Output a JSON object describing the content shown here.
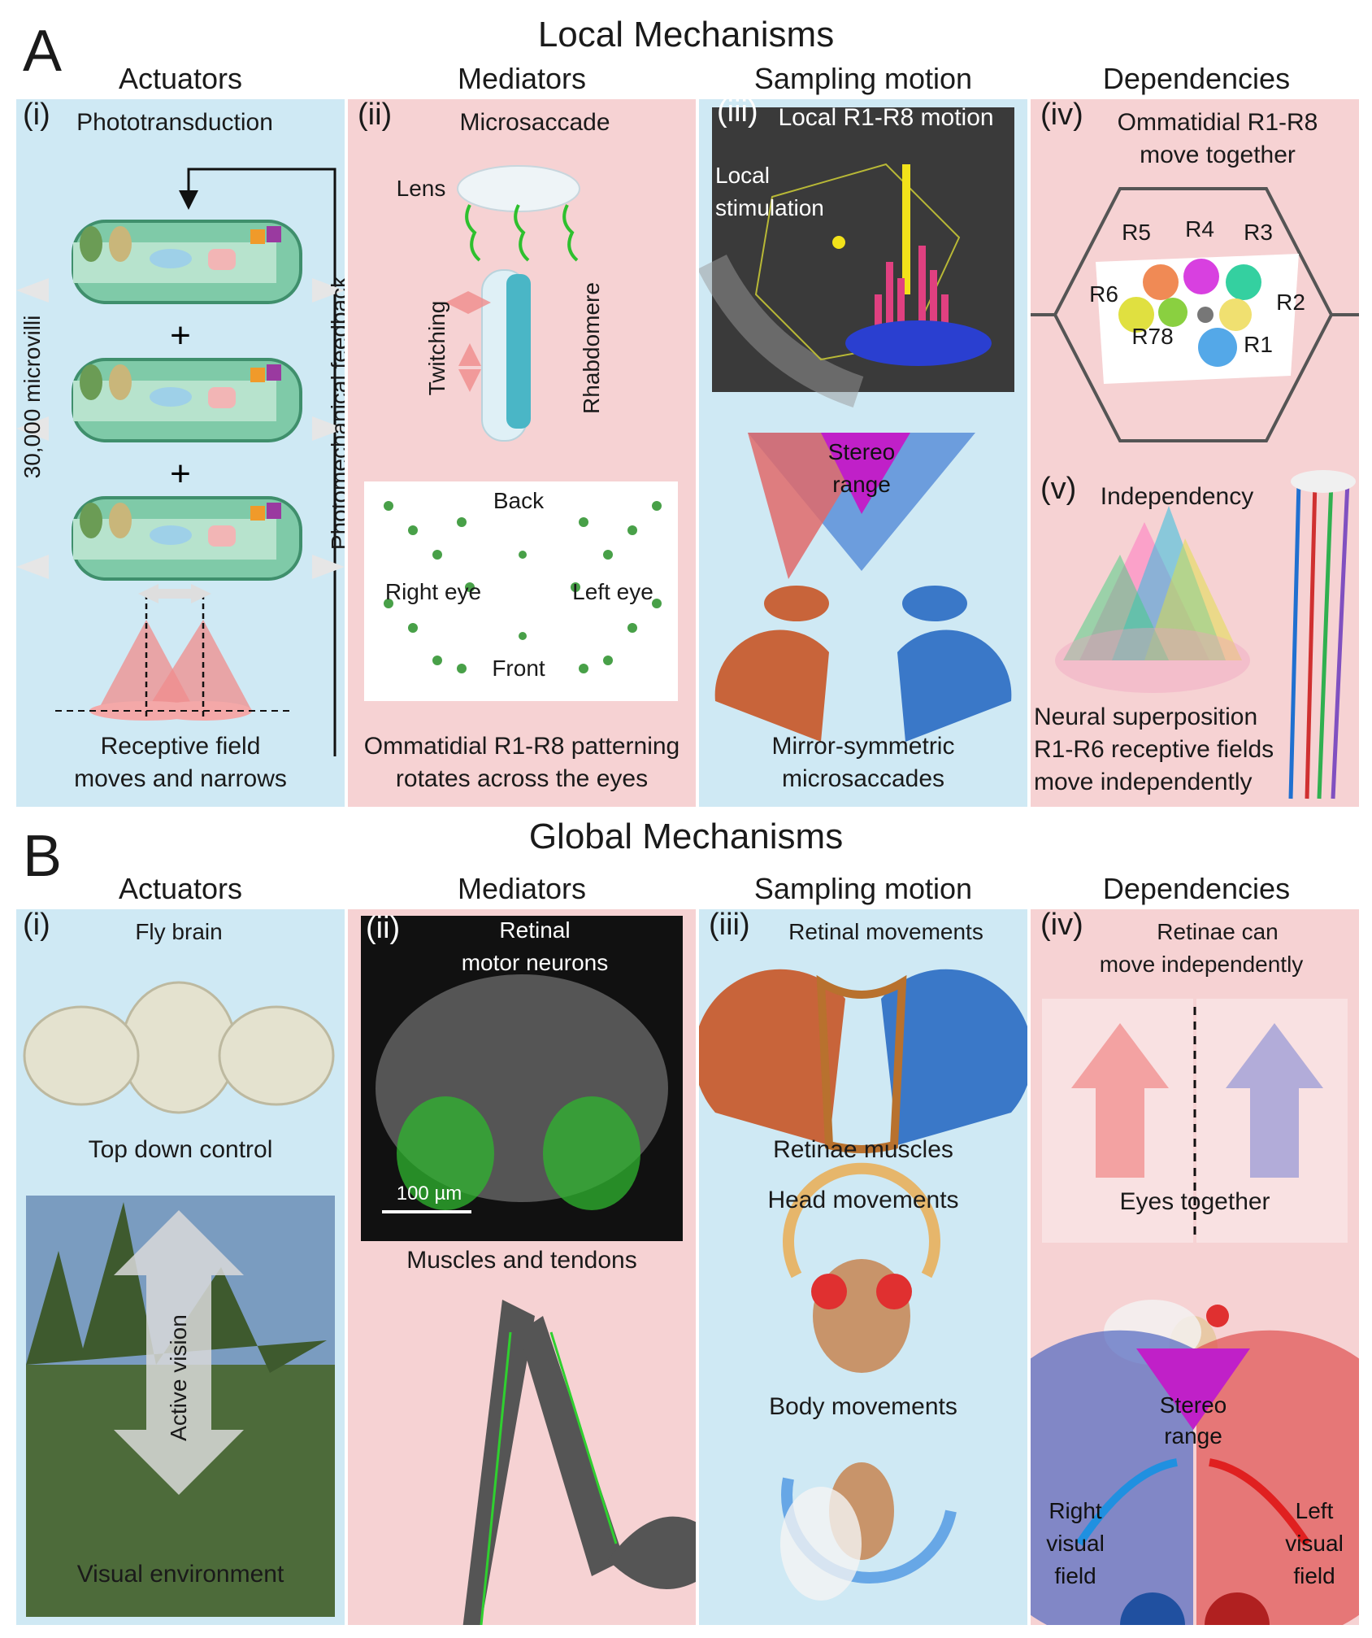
{
  "figure": {
    "A": {
      "letter": "A",
      "title": "Local Mechanisms",
      "columns": [
        "Actuators",
        "Mediators",
        "Sampling motion",
        "Dependencies"
      ],
      "i": {
        "roman": "(i)",
        "title": "Phototransduction",
        "side_left": "30,000 microvilli",
        "side_right": "Photomechanical feedback",
        "caption": [
          "Receptive field",
          "moves and narrows"
        ]
      },
      "ii": {
        "roman": "(ii)",
        "title": "Microsaccade",
        "lens": "Lens",
        "twitching": "Twitching",
        "rhabdomere": "Rhabdomere",
        "back": "Back",
        "right_eye": "Right eye",
        "left_eye": "Left eye",
        "front": "Front",
        "caption": [
          "Ommatidial R1-R8 patterning",
          "rotates across the eyes"
        ]
      },
      "iii": {
        "roman": "(iii)",
        "title": "Local R1-R8 motion",
        "local_stim": [
          "Local",
          "stimulation"
        ],
        "stereo": [
          "Stereo",
          "range"
        ],
        "caption": [
          "Mirror-symmetric",
          "microsaccades"
        ]
      },
      "iv": {
        "roman": "(iv)",
        "title": [
          "Ommatidial R1-R8",
          "move together"
        ],
        "labels": [
          "R5",
          "R4",
          "R3",
          "R6",
          "R2",
          "R78",
          "R1"
        ]
      },
      "v": {
        "roman": "(v)",
        "title": "Independency",
        "caption": [
          "Neural superposition",
          "R1-R6 receptive fields",
          "move independently"
        ]
      }
    },
    "B": {
      "letter": "B",
      "title": "Global Mechanisms",
      "columns": [
        "Actuators",
        "Mediators",
        "Sampling motion",
        "Dependencies"
      ],
      "i": {
        "roman": "(i)",
        "title": "Fly brain",
        "top_down": "Top down control",
        "active_vision": "Active vision",
        "visual_env": "Visual environment"
      },
      "ii": {
        "roman": "(ii)",
        "title": [
          "Retinal",
          "motor neurons"
        ],
        "scale": "100 µm",
        "muscles": "Muscles and tendons"
      },
      "iii": {
        "roman": "(iii)",
        "title": "Retinal movements",
        "retinae_muscles": "Retinae muscles",
        "head": "Head movements",
        "body": "Body movements"
      },
      "iv": {
        "roman": "(iv)",
        "title": [
          "Retinae can",
          "move independently"
        ],
        "eyes_together": "Eyes together",
        "stereo": [
          "Stereo",
          "range"
        ],
        "right_field": [
          "Right",
          "visual",
          "field"
        ],
        "left_field": [
          "Left",
          "visual",
          "field"
        ]
      }
    }
  },
  "colors": {
    "panel_blue": "#cfe9f4",
    "panel_pink": "#f6d2d3",
    "left_eye_blue": "#3a78c8",
    "right_eye_orange": "#c8643a",
    "stereo_magenta": "#c020c8"
  }
}
